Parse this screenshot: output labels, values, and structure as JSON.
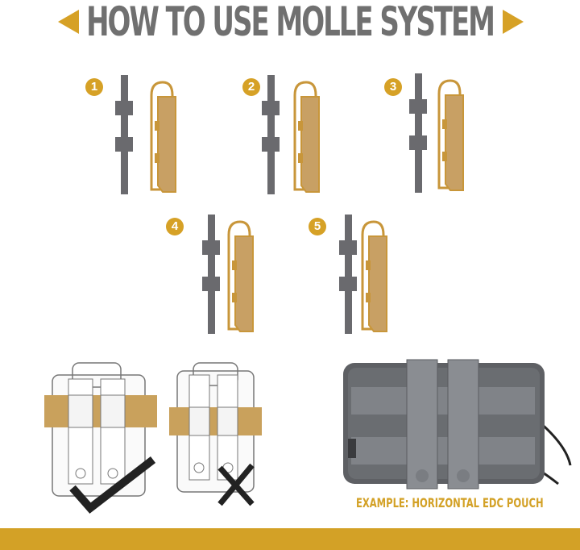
{
  "title": "HOW TO USE MOLLE SYSTEM",
  "steps": [
    {
      "number": "1"
    },
    {
      "number": "2"
    },
    {
      "number": "3"
    },
    {
      "number": "4"
    },
    {
      "number": "5"
    }
  ],
  "example_caption": "EXAMPLE: HORIZONTAL EDC POUCH",
  "colors": {
    "accent": "#d6a126",
    "title": "#707070",
    "webbing": "#6a6a6e",
    "strap": "#c8963a"
  }
}
